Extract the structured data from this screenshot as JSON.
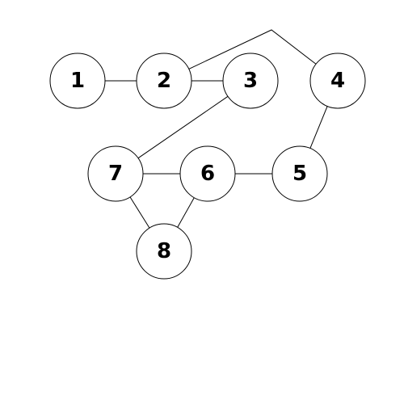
{
  "diagram": {
    "type": "graph",
    "nodes": [
      {
        "id": "n1",
        "label": "1"
      },
      {
        "id": "n2",
        "label": "2"
      },
      {
        "id": "n3",
        "label": "3"
      },
      {
        "id": "n4",
        "label": "4"
      },
      {
        "id": "n5",
        "label": "5"
      },
      {
        "id": "n6",
        "label": "6"
      },
      {
        "id": "n7",
        "label": "7"
      },
      {
        "id": "n8",
        "label": "8"
      }
    ],
    "edges": [
      {
        "from": "n1",
        "to": "n2"
      },
      {
        "from": "n2",
        "to": "n3"
      },
      {
        "from": "n2",
        "to": "n4",
        "bend": true
      },
      {
        "from": "n3",
        "to": "n7"
      },
      {
        "from": "n4",
        "to": "n5"
      },
      {
        "from": "n5",
        "to": "n6"
      },
      {
        "from": "n6",
        "to": "n7"
      },
      {
        "from": "n6",
        "to": "n8"
      },
      {
        "from": "n7",
        "to": "n8"
      }
    ],
    "colors": {
      "stroke": "#000000",
      "fill": "#ffffff",
      "text": "#000000"
    }
  }
}
